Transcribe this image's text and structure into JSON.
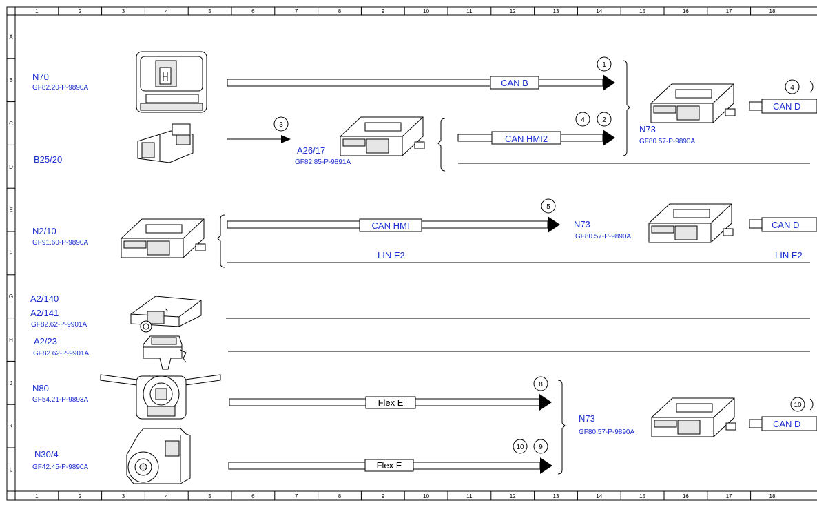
{
  "ruler": {
    "columns": [
      "1",
      "2",
      "3",
      "4",
      "5",
      "6",
      "7",
      "8",
      "9",
      "10",
      "11",
      "12",
      "13",
      "14",
      "15",
      "16",
      "17",
      "18"
    ],
    "rows": [
      "A",
      "B",
      "C",
      "D",
      "E",
      "F",
      "G",
      "H",
      "J",
      "K",
      "L"
    ]
  },
  "components": {
    "n70": {
      "name": "N70",
      "ref": "GF82.20-P-9890A"
    },
    "b25_20": {
      "name": "B25/20"
    },
    "a26_17": {
      "name": "A26/17",
      "ref": "GF82.85-P-9891A"
    },
    "n73_top": {
      "name": "N73",
      "ref": "GF80.57-P-9890A"
    },
    "n2_10": {
      "name": "N2/10",
      "ref": "GF91.60-P-9890A"
    },
    "n73_mid": {
      "name": "N73",
      "ref": "GF80.57-P-9890A"
    },
    "a2_140": {
      "name": "A2/140"
    },
    "a2_141": {
      "name": "A2/141",
      "ref": "GF82.62-P-9901A"
    },
    "a2_23": {
      "name": "A2/23",
      "ref": "GF82.62-P-9901A"
    },
    "n80": {
      "name": "N80",
      "ref": "GF54.21-P-9893A"
    },
    "n30_4": {
      "name": "N30/4",
      "ref": "GF42.45-P-9890A"
    },
    "n73_bot": {
      "name": "N73",
      "ref": "GF80.57-P-9890A"
    }
  },
  "buses": {
    "can_b": "CAN B",
    "can_hmi2": "CAN HMI2",
    "can_d_1": "CAN D",
    "can_hmi": "CAN HMI",
    "can_d_2": "CAN D",
    "lin_e2_left": "LIN E2",
    "lin_e2_right": "LIN E2",
    "flex_e_1": "Flex E",
    "flex_e_2": "Flex E",
    "can_d_3": "CAN D"
  },
  "markers": {
    "m1": "1",
    "m3": "3",
    "m4a": "4",
    "m2": "2",
    "m4b": "4",
    "m5": "5",
    "m8": "8",
    "m10a": "10",
    "m9": "9",
    "m10b": "10"
  },
  "colors": {
    "label": "#1b2fd0",
    "line": "#000000"
  }
}
